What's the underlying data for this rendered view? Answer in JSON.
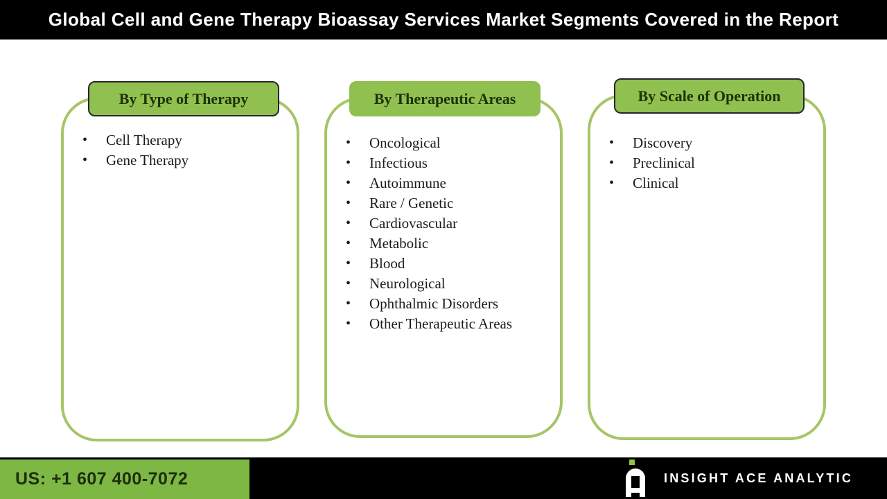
{
  "header": {
    "title": "Global Cell and Gene Therapy Bioassay Services Market Segments Covered in the Report"
  },
  "segments": [
    {
      "title": "By Type of Therapy",
      "header_outlined": true,
      "items": [
        "Cell Therapy",
        "Gene Therapy"
      ]
    },
    {
      "title": "By Therapeutic Areas",
      "header_outlined": false,
      "items": [
        "Oncological",
        "Infectious",
        "Autoimmune",
        "Rare / Genetic",
        "Cardiovascular",
        "Metabolic",
        "Blood",
        "Neurological",
        "Ophthalmic Disorders",
        "Other Therapeutic Areas"
      ]
    },
    {
      "title": "By Scale of Operation",
      "header_outlined": true,
      "items": [
        "Discovery",
        "Preclinical",
        "Clinical"
      ]
    }
  ],
  "footer": {
    "phone": "US: +1 607 400-7072",
    "brand": "INSIGHT ACE ANALYTIC",
    "logo": "insight-ace-logo"
  },
  "colors": {
    "title_bar_bg": "#000000",
    "title_text": "#ffffff",
    "segment_header_fill": "#90c050",
    "segment_header_text": "#1e3207",
    "segment_outline": "#a6c566",
    "list_text": "#1b1b1b",
    "footer_green": "#7cb843",
    "footer_black": "#000000",
    "phone_text": "#1e2d0f",
    "logo_green": "#8cc63f"
  }
}
